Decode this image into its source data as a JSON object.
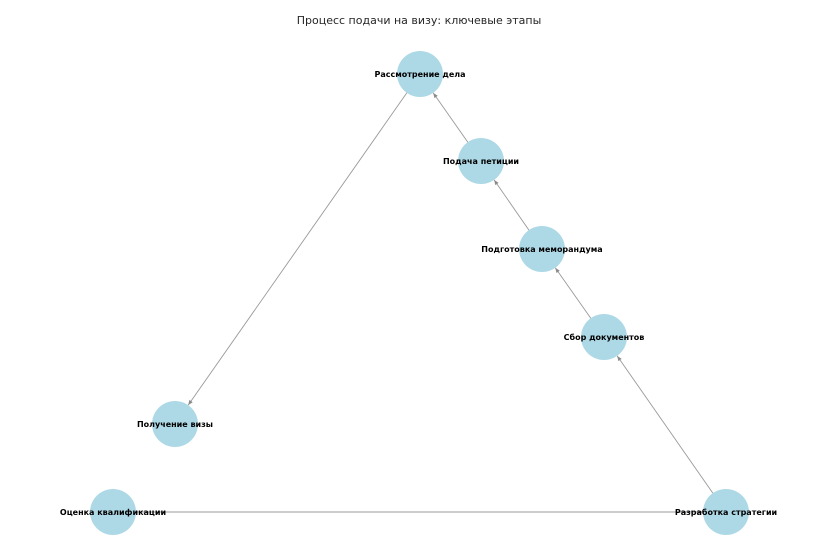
{
  "title": "Процесс подачи на визу: ключевые этапы",
  "colors": {
    "node_fill": "#add8e6",
    "edge": "#9a9a9a",
    "text": "#000000"
  },
  "nodes": [
    {
      "id": "qualification",
      "label": "Оценка квалификации"
    },
    {
      "id": "strategy",
      "label": "Разработка стратегии"
    },
    {
      "id": "documents",
      "label": "Сбор документов"
    },
    {
      "id": "memorandum",
      "label": "Подготовка меморандума"
    },
    {
      "id": "petition",
      "label": "Подача петиции"
    },
    {
      "id": "review",
      "label": "Рассмотрение дела"
    },
    {
      "id": "visa",
      "label": "Получение визы"
    }
  ],
  "edges": [
    {
      "from": "qualification",
      "to": "strategy"
    },
    {
      "from": "strategy",
      "to": "documents"
    },
    {
      "from": "documents",
      "to": "memorandum"
    },
    {
      "from": "memorandum",
      "to": "petition"
    },
    {
      "from": "petition",
      "to": "review"
    },
    {
      "from": "review",
      "to": "visa"
    }
  ]
}
